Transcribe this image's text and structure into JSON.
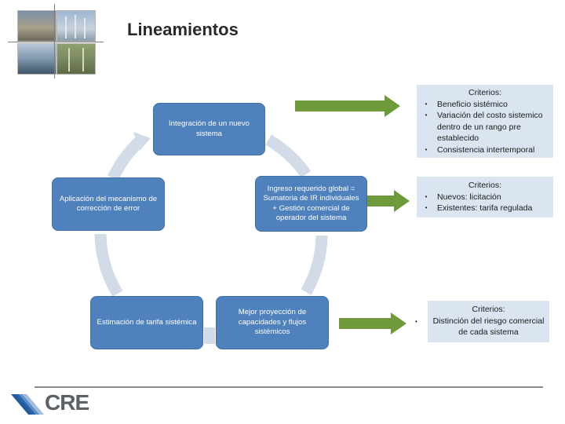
{
  "title": "Lineamientos",
  "cycle": {
    "top": "Integración de un nuevo sistema",
    "left": "Aplicación del mecanismo de corrección de error",
    "center_right": "Ingreso requerido global = Sumatoria de IR individuales + Gestión comercial de operador del sistema",
    "bottom_left": "Estimación de tarifa sistémica",
    "bottom_right": "Mejor proyección de capacidades y flujos sistémicos"
  },
  "criteria": [
    {
      "title": "Criterios:",
      "items": [
        "Beneficio sistémico",
        "Variación del costo sistemico dentro de un rango pre establecido",
        "Consistencia intertemporal"
      ]
    },
    {
      "title": "Criterios:",
      "items": [
        "Nuevos: licitación",
        "Existentes: tarifa regulada"
      ]
    },
    {
      "title": "Criterios:",
      "items": [
        "Distinción del riesgo comercial de cada sistema"
      ]
    }
  ],
  "logo": {
    "text": "CRE"
  },
  "colors": {
    "box_fill": "#4f81bd",
    "cycle_arrow": "#d3dbe8",
    "green_arrow": "#6e9a3a",
    "criteria_fill": "#dbe5f1"
  }
}
